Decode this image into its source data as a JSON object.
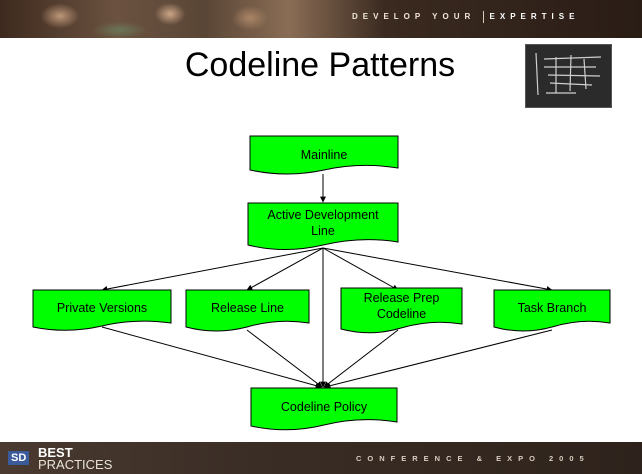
{
  "header": {
    "tagline_left": "DEVELOP YOUR",
    "tagline_right": "EXPERTISE"
  },
  "slide": {
    "title": "Codeline Patterns"
  },
  "diagram": {
    "nodes": {
      "mainline": "Mainline",
      "active_line1": "Active Development",
      "active_line2": "Line",
      "private_versions": "Private Versions",
      "release_line": "Release Line",
      "release_prep_line1": "Release Prep",
      "release_prep_line2": "Codeline",
      "task_branch": "Task Branch",
      "codeline_policy": "Codeline Policy"
    },
    "colors": {
      "node_fill": "#00ff00",
      "node_stroke": "#000000"
    }
  },
  "footer": {
    "logo_sd": "SD",
    "logo_best": "BEST",
    "logo_practices": "PRACTICES",
    "event": "CONFERENCE & EXPO 2005"
  }
}
